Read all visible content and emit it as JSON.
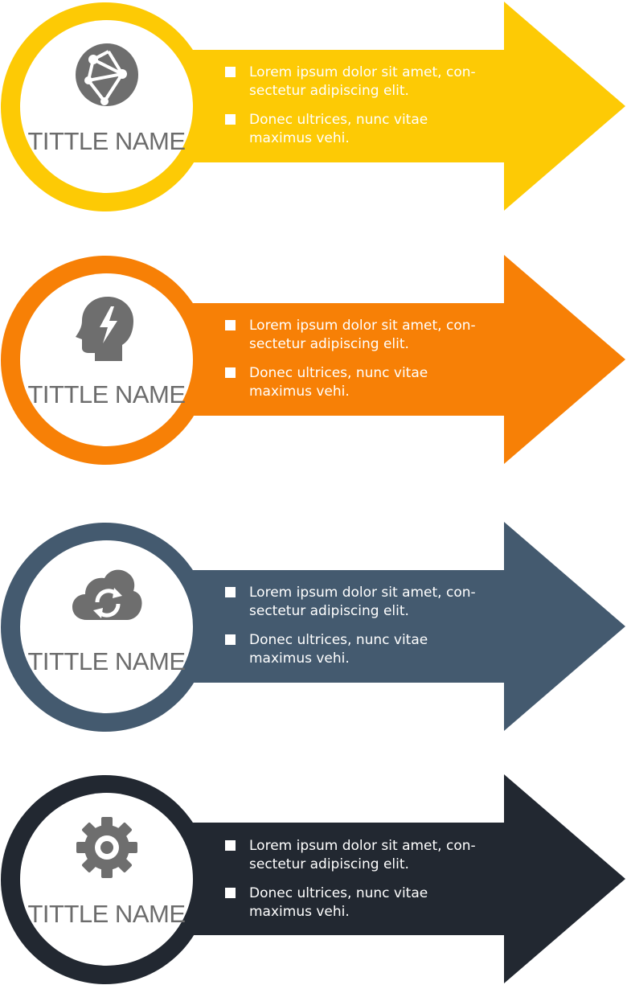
{
  "colors": {
    "yellow": "#fdca05",
    "orange": "#f78006",
    "slate": "#445a6f",
    "dark": "#222831",
    "icon": "#6e6e6e"
  },
  "items": [
    {
      "icon": "globe-network-icon",
      "title": "TITTLE NAME",
      "bullet1": "Lorem ipsum dolor sit amet, con-sectetur adipiscing elit.",
      "bullet2": "Donec ultrices, nunc vitae maximus vehi."
    },
    {
      "icon": "head-lightning-icon",
      "title": "TITTLE NAME",
      "bullet1": "Lorem ipsum dolor sit amet, con-sectetur adipiscing elit.",
      "bullet2": "Donec ultrices, nunc vitae maximus vehi."
    },
    {
      "icon": "cloud-sync-icon",
      "title": "TITTLE NAME",
      "bullet1": "Lorem ipsum dolor sit amet, con-sectetur adipiscing elit.",
      "bullet2": "Donec ultrices, nunc vitae maximus vehi."
    },
    {
      "icon": "gear-icon",
      "title": "TITTLE NAME",
      "bullet1": "Lorem ipsum dolor sit amet, con-sectetur adipiscing elit.",
      "bullet2": "Donec ultrices, nunc vitae maximus vehi."
    }
  ]
}
